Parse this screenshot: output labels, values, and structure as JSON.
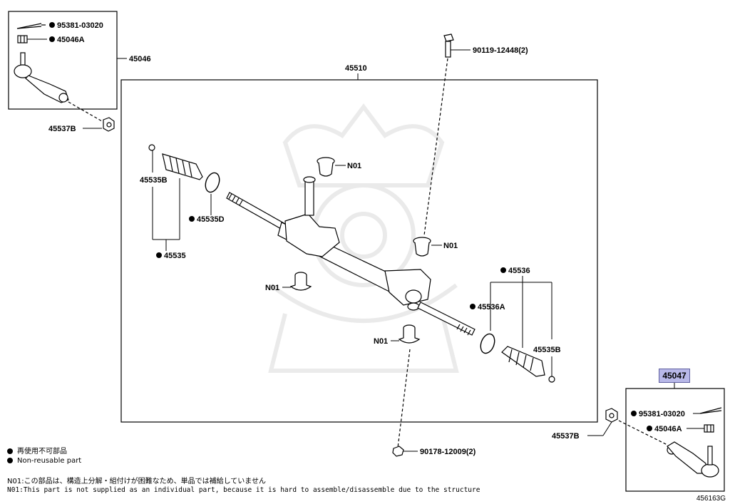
{
  "parts": {
    "p45046": "45046",
    "p95381_top": "95381-03020",
    "p45046A_top": "45046A",
    "p45537B_left": "45537B",
    "p45510": "45510",
    "p90119": "90119-12448(2)",
    "p45535B_left": "45535B",
    "p45535D": "45535D",
    "p45535": "45535",
    "n01_a": "N01",
    "n01_b": "N01",
    "n01_c": "N01",
    "n01_d": "N01",
    "p45536": "45536",
    "p45536A": "45536A",
    "p45535B_right": "45535B",
    "p45047": "45047",
    "p95381_bot": "95381-03020",
    "p45046A_bot": "45046A",
    "p45537B_right": "45537B",
    "p90178": "90178-12009(2)"
  },
  "legend": {
    "jp": "再使用不可部品",
    "en": "Non-reusable part"
  },
  "notes": {
    "jp": "N01:この部品は、構造上分解・組付けが困難なため、単品では補給していません",
    "en": "N01:This part is not supplied as an individual part, because it is hard to assemble/disassemble due to the structure"
  },
  "drawing_code": "456163G",
  "highlight_color": "#b8b8e8"
}
